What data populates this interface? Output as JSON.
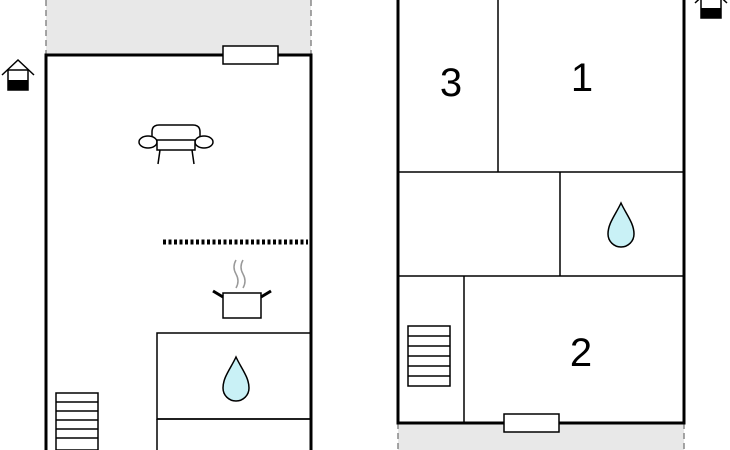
{
  "floors": [
    {
      "name": "ground-floor",
      "icons": [
        "entrance-icon",
        "sofa-icon",
        "cooking-pot-icon",
        "water-drop-icon",
        "stairs-icon"
      ]
    },
    {
      "name": "upper-floor",
      "rooms": [
        {
          "id": "room-3",
          "label": "3"
        },
        {
          "id": "room-1",
          "label": "1"
        },
        {
          "id": "room-2",
          "label": "2"
        }
      ],
      "icons": [
        "entrance-icon",
        "water-drop-icon",
        "stairs-icon"
      ]
    }
  ],
  "colors": {
    "wall": "#000000",
    "terrace": "#e8e8e8",
    "water": "#c9f1f6"
  }
}
